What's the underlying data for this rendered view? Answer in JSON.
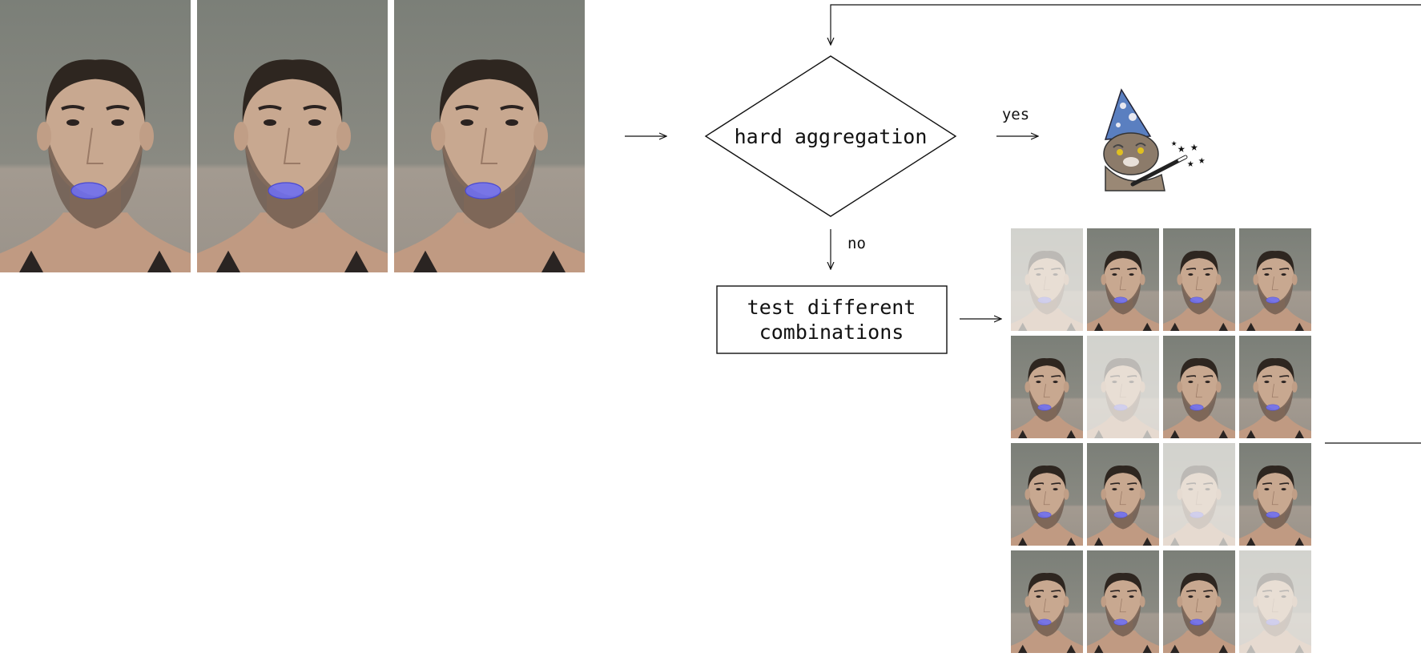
{
  "colors": {
    "line": "#111111",
    "lip_mask": "#6f6ff0",
    "photo_bg_top": "#7d8079",
    "photo_bg_bottom": "#958f86",
    "skin": "#c5a48e",
    "hair": "#2b241f"
  },
  "labels": {
    "decision": "hard aggregation",
    "yes": "yes",
    "no": "no",
    "process_line1": "test different",
    "process_line2": "combinations"
  },
  "input_photos": [
    {
      "name": "input-photo-1",
      "icon": "face-with-lip-mask"
    },
    {
      "name": "input-photo-2",
      "icon": "face-with-lip-mask"
    },
    {
      "name": "input-photo-3",
      "icon": "face-with-lip-mask"
    }
  ],
  "result_icon": "wizard-cat-icon",
  "combination_grid": {
    "rows": 4,
    "cols": 4,
    "faded": [
      [
        0,
        0
      ],
      [
        1,
        1
      ],
      [
        2,
        2
      ],
      [
        3,
        3
      ]
    ]
  }
}
